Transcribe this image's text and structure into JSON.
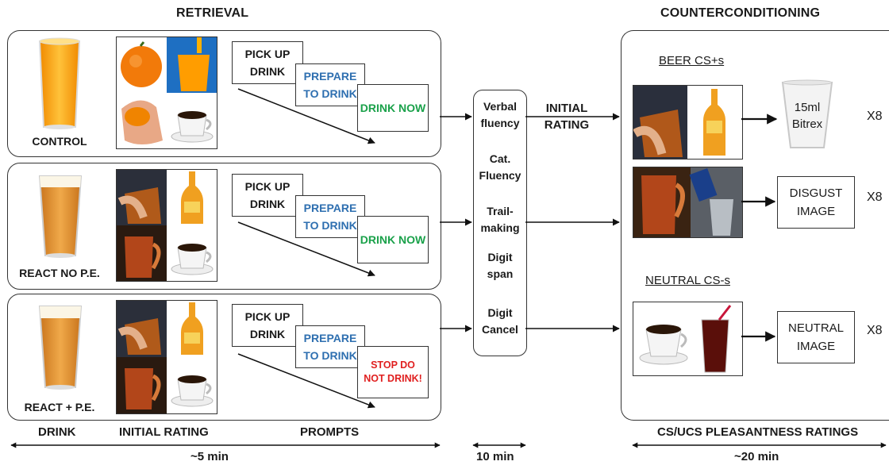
{
  "headers": {
    "retrieval": "RETRIEVAL",
    "counterconditioning": "COUNTERCONDITIONING"
  },
  "rows": [
    {
      "label": "CONTROL",
      "cards": [
        "PICK UP DRINK",
        "PREPARE TO DRINK",
        "DRINK NOW"
      ],
      "last_color": "green"
    },
    {
      "label": "REACT NO P.E.",
      "cards": [
        "PICK UP DRINK",
        "PREPARE TO DRINK",
        "DRINK NOW"
      ],
      "last_color": "green"
    },
    {
      "label": "REACT + P.E.",
      "cards": [
        "PICK UP DRINK",
        "PREPARE TO DRINK",
        "STOP DO NOT DRINK!"
      ],
      "last_color": "red"
    }
  ],
  "tasks": [
    "Verbal fluency",
    "Cat. Fluency",
    "Trail-making",
    "Digit span",
    "Digit Cancel"
  ],
  "initial_rating": "INITIAL RATING",
  "counter": {
    "beer_label": "BEER CS+s",
    "neutral_label": "NEUTRAL CS-s",
    "bitrex": "15ml Bitrex",
    "disgust": "DISGUST IMAGE",
    "neutral_image": "NEUTRAL IMAGE",
    "reps": "X8"
  },
  "bottom": {
    "drink": "DRINK",
    "initial_rating": "INITIAL RATING",
    "prompts": "PROMPTS",
    "cs_ucs": "CS/UCS PLEASANTNESS RATINGS",
    "t1": "~5 min",
    "t2": "10 min",
    "t3": "~20 min"
  },
  "colors": {
    "blue": "#2e6fb0",
    "green": "#1aa14a",
    "red": "#e02020",
    "beer": "#e0962a",
    "juice": "#f5a81c",
    "coffee": "#2a1608"
  }
}
